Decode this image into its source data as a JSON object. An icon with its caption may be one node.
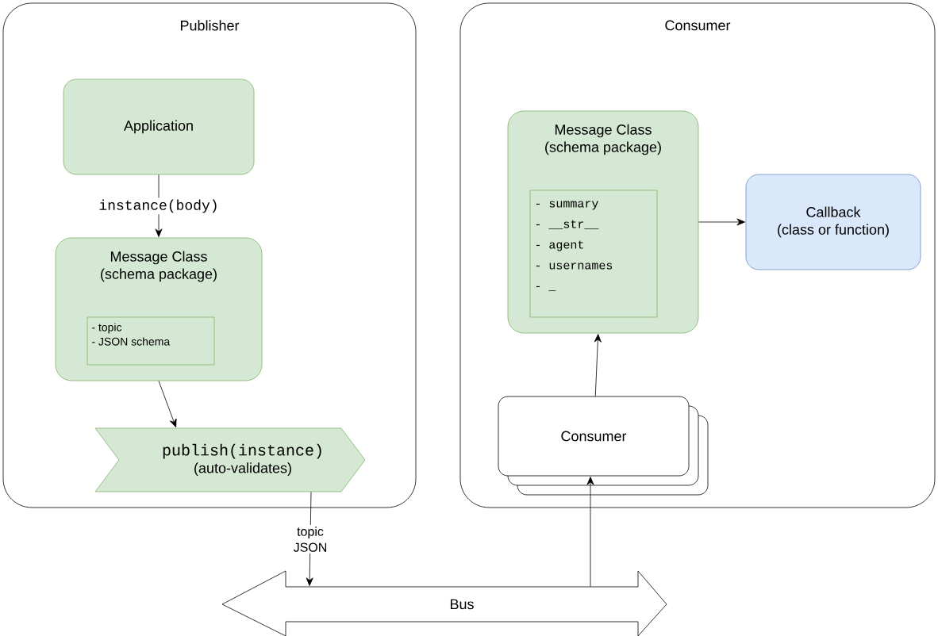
{
  "diagram": {
    "nodes": [
      {
        "text": [
          "Publisher"
        ]
      },
      {
        "text": [
          "Application"
        ],
        "in": 0
      },
      {
        "text": [
          "Message Class",
          "(schema package)"
        ],
        "in": 0
      },
      {
        "text": [
          "- topic",
          "- JSON schema"
        ],
        "in": 2
      },
      {
        "text": [
          "publish(instance)",
          "(auto-validates)"
        ],
        "in": 0
      },
      {
        "text": [
          "Consumer"
        ]
      },
      {
        "text": [
          "Message Class",
          "(schema package)"
        ],
        "in": 5
      },
      {
        "text": [
          "- summary",
          "- __str__",
          "- agent",
          "- usernames",
          "- _"
        ],
        "in": 6
      },
      {
        "text": [
          "Callback",
          "(class or function)"
        ],
        "in": 5
      },
      {
        "text": [
          "Consumer"
        ],
        "in": 5
      },
      {
        "text": [
          "Bus"
        ]
      }
    ],
    "edges": [
      {
        "from": 1,
        "to": 2,
        "arrow": "to",
        "label": "instance(body)"
      },
      {
        "from": 2,
        "to": 4,
        "arrow": "to"
      },
      {
        "from": 4,
        "to": 10,
        "arrow": "to",
        "label": "topic JSON"
      },
      {
        "from": 10,
        "to": 9,
        "arrow": "to"
      },
      {
        "from": 9,
        "to": 6,
        "arrow": "to"
      },
      {
        "from": 6,
        "to": 8,
        "arrow": "to"
      }
    ]
  }
}
